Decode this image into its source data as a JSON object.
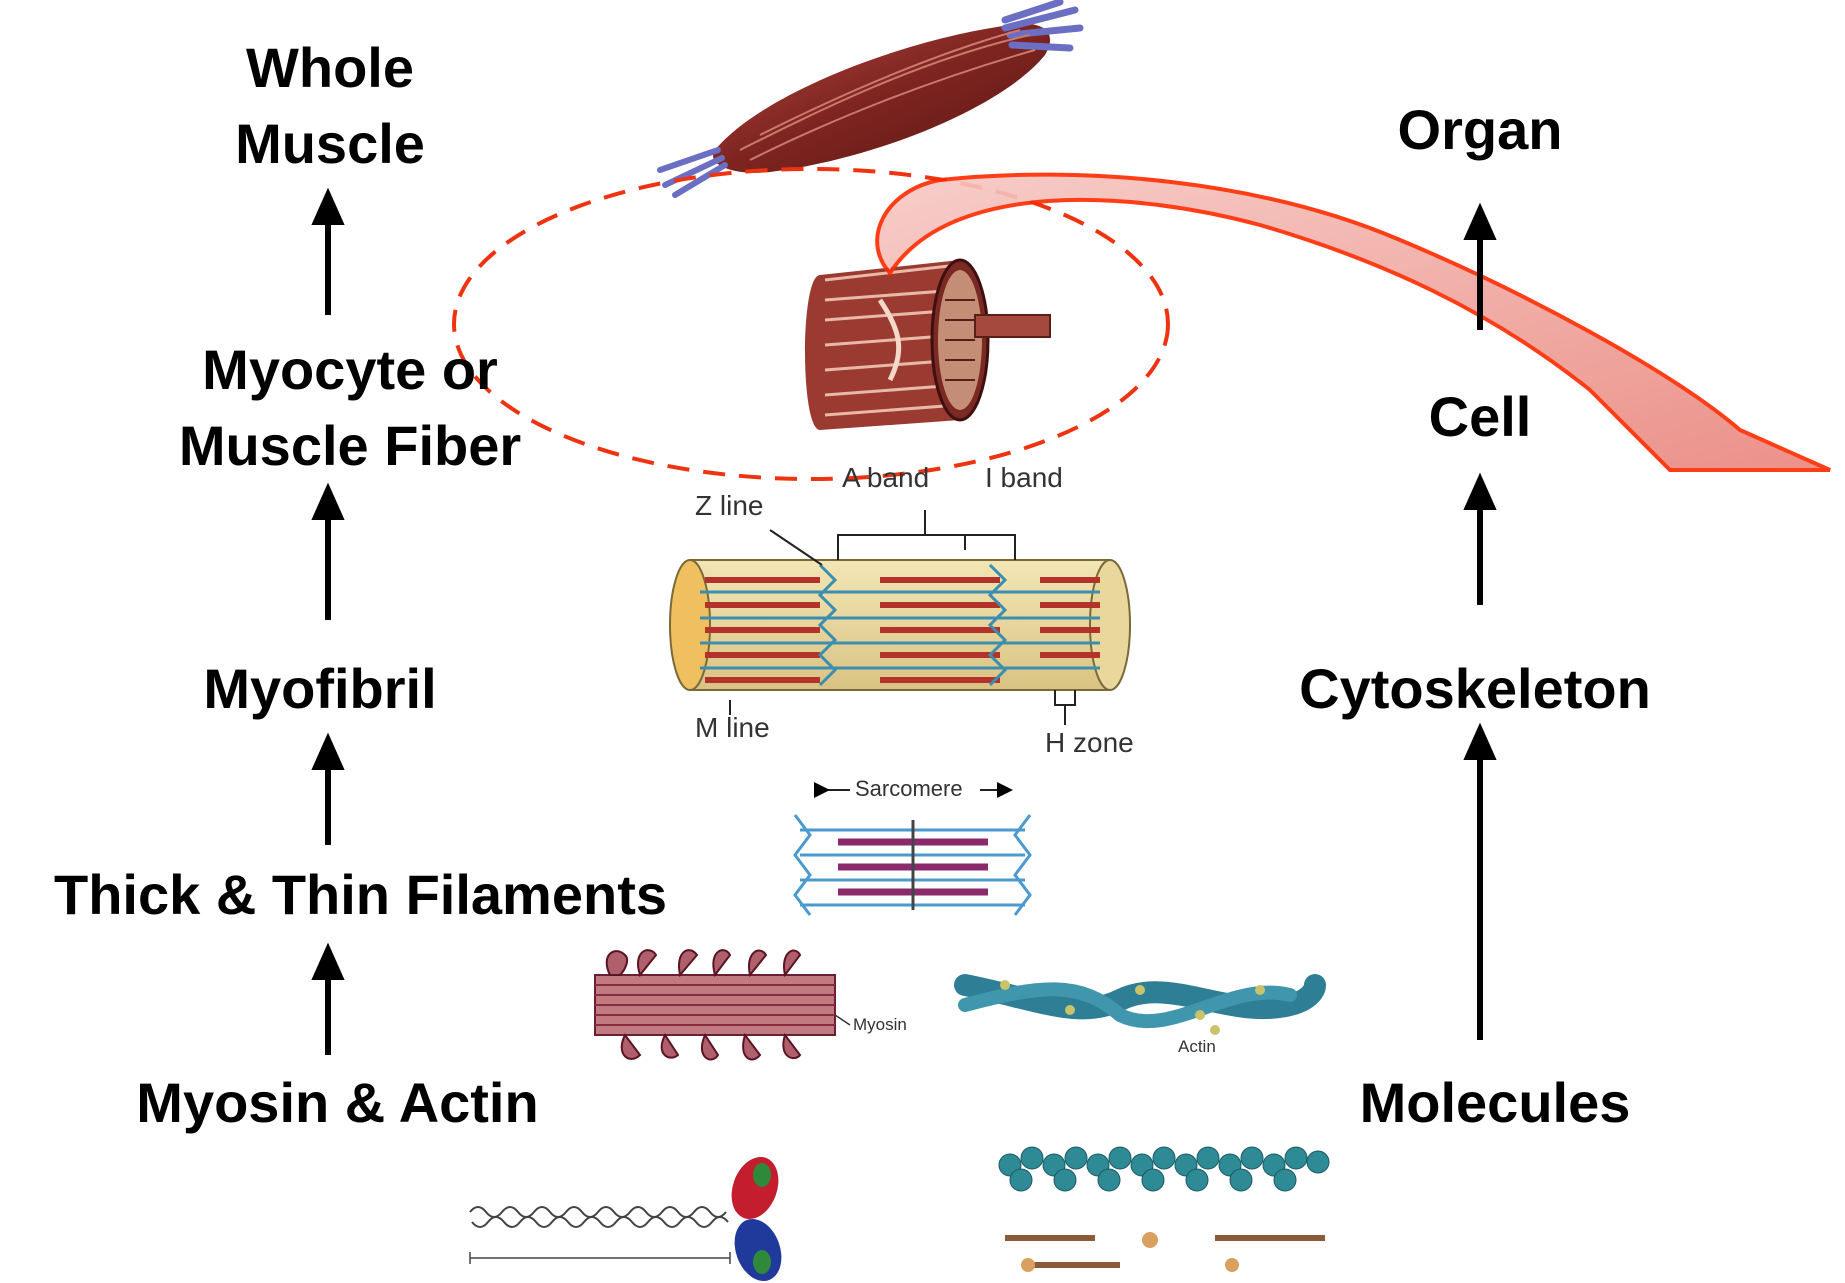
{
  "left_hierarchy": {
    "whole_muscle": "Whole\nMuscle",
    "myocyte": "Myocyte or\nMuscle Fiber",
    "myofibril": "Myofibril",
    "filaments": "Thick & Thin Filaments",
    "myosin_actin": "Myosin & Actin"
  },
  "right_hierarchy": {
    "organ": "Organ",
    "cell": "Cell",
    "cytoskeleton": "Cytoskeleton",
    "molecules": "Molecules"
  },
  "myofibril_labels": {
    "a_band": "A band",
    "i_band": "I band",
    "z_line": "Z line",
    "m_line": "M line",
    "h_zone": "H zone"
  },
  "sarcomere_label": "Sarcomere",
  "myosin_label": "Myosin",
  "actin_label": "Actin",
  "colors": {
    "arrow_fill": "#f2a3a0",
    "arrow_stroke": "#ff2a00",
    "dashed_ellipse": "#ee3311",
    "muscle": "#8b2a25",
    "actin_blue": "#2e7f95"
  }
}
